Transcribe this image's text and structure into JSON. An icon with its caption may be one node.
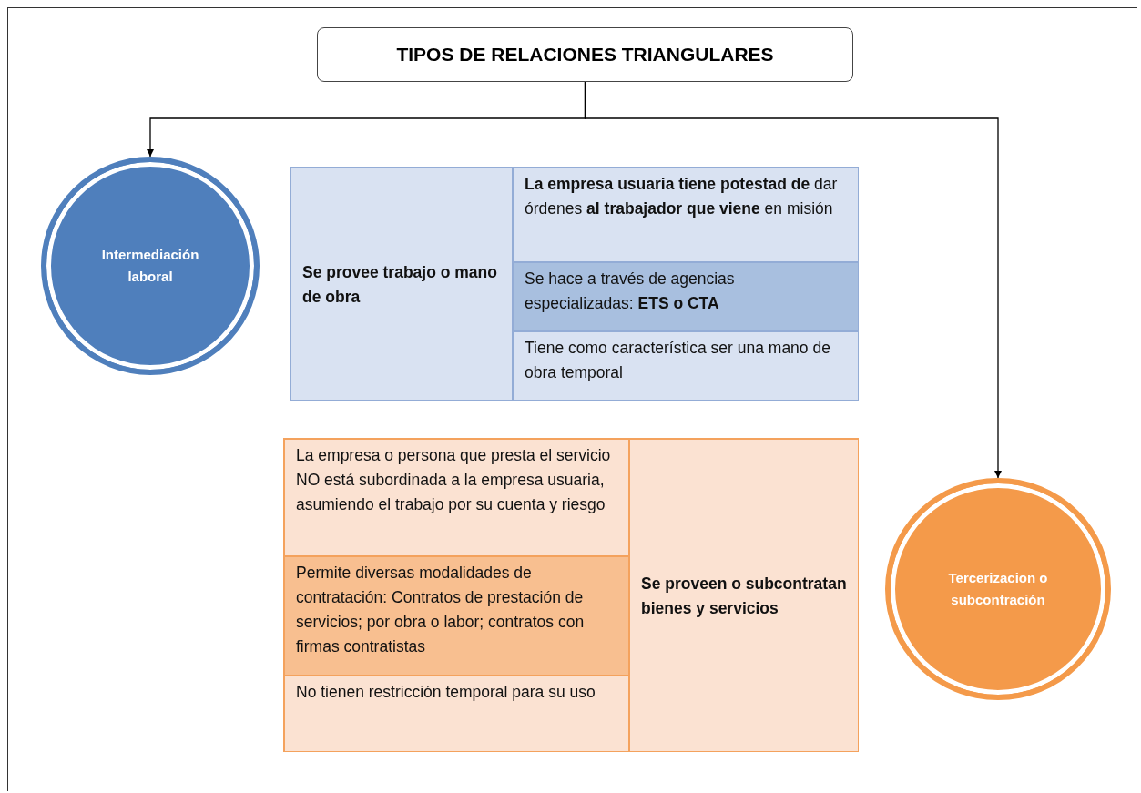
{
  "diagram": {
    "nodes": [
      {
        "text": [
          "TIPOS DE RELACIONES TRIANGULARES"
        ]
      },
      {
        "text": [
          "Intermediación laboral"
        ]
      },
      {
        "text": [],
        "shape": "box"
      },
      {
        "text": [
          "Se provee trabajo o mano de obra"
        ],
        "in": 2
      },
      {
        "text": [
          "**La empresa usuaria tiene potestad de** dar órdenes **al trabajador que viene** en misión"
        ],
        "in": 2
      },
      {
        "text": [
          "Se hace a través de agencias especializadas: **ETS o CTA**"
        ],
        "in": 2
      },
      {
        "text": [
          "Tiene como característica ser una mano de obra temporal"
        ],
        "in": 2
      },
      {
        "text": [],
        "shape": "box"
      },
      {
        "text": [
          "La empresa o persona que presta el servicio NO está subordinada a la empresa usuaria, asumiendo el trabajo por su cuenta y riesgo"
        ],
        "in": 7
      },
      {
        "text": [
          "Permite diversas modalidades de contratación: Contratos de prestación de servicios; por obra o labor; contratos con firmas contratistas"
        ],
        "in": 7
      },
      {
        "text": [
          "No tienen restricción temporal para su uso"
        ],
        "in": 7
      },
      {
        "text": [
          "Se proveen o subcontratan bienes y servicios"
        ],
        "in": 7
      },
      {
        "text": [
          "Tercerizacion o subcontración"
        ]
      }
    ],
    "edges": [
      {
        "from": 0,
        "to": 1,
        "arrow": "to"
      },
      {
        "from": 0,
        "to": 12,
        "arrow": "to"
      }
    ]
  }
}
